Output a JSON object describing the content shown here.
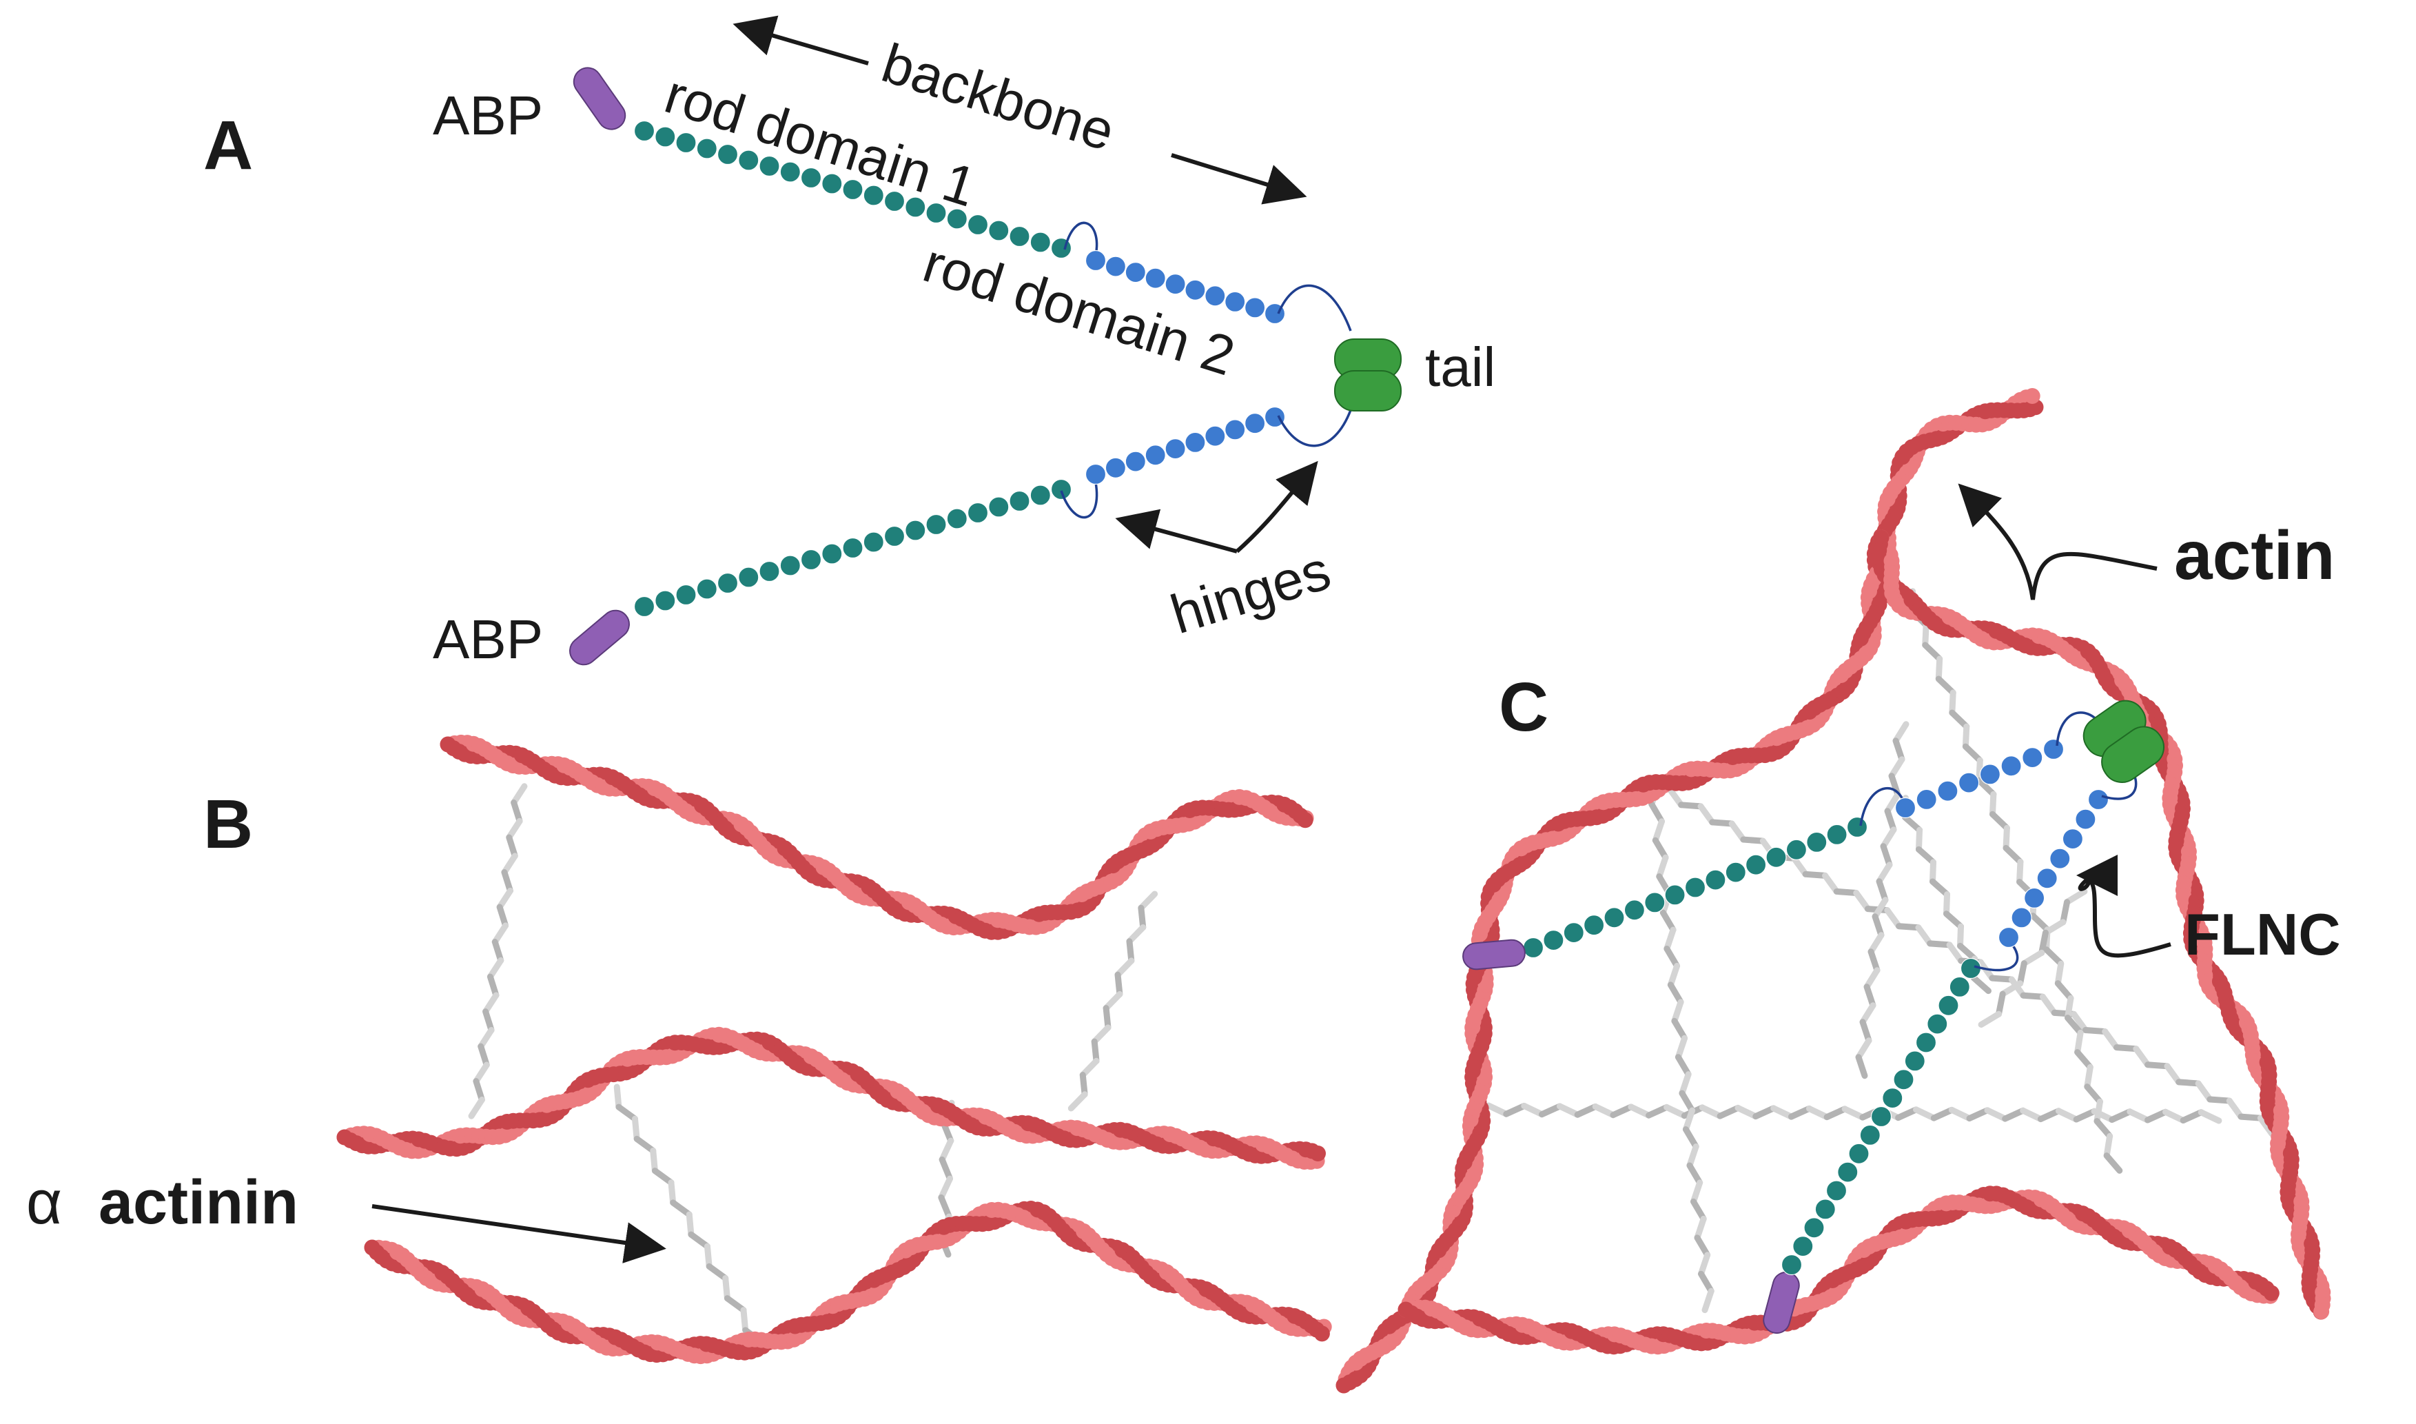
{
  "panel_a": {
    "letter": "A",
    "abp_top": "ABP",
    "abp_bottom": "ABP",
    "rod1": "rod domain 1",
    "rod2": "rod domain 2",
    "backbone": "backbone",
    "tail": "tail",
    "hinges": "hinges"
  },
  "panel_b": {
    "letter": "B",
    "alpha": "α",
    "actinin": "actinin"
  },
  "panel_c": {
    "letter": "C",
    "actin": "actin",
    "flnc": "FLNC"
  },
  "colors": {
    "actin_dark": "#c9464c",
    "actin_light": "#ec7b7f",
    "rod1": "#20807a",
    "rod2": "#3d7bd0",
    "abp": "#8f5fb4",
    "tail": "#3a9d3f",
    "linker": "#c9c9c9",
    "hinge": "#1f3f8f",
    "text": "#1a1a1a"
  }
}
